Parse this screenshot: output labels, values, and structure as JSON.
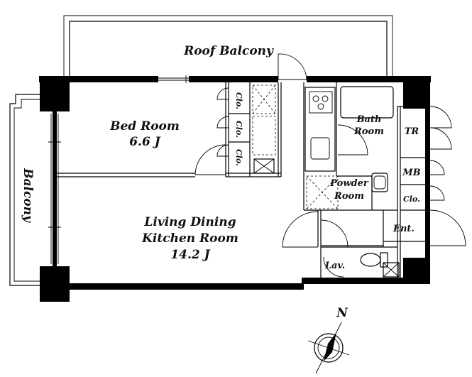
{
  "rooms": {
    "roof_balcony": "Roof Balcony",
    "balcony": "Balcony",
    "bed_room": "Bed Room",
    "bed_room_size": "6.6 J",
    "ldk_line1": "Living Dining",
    "ldk_line2": "Kitchen Room",
    "ldk_size": "14.2 J",
    "bath_line1": "Bath",
    "bath_line2": "Room",
    "tr": "TR",
    "mb": "MB",
    "powder_line1": "Powder",
    "powder_line2": "Room",
    "clo": "Clo.",
    "ent": "Ent.",
    "lav": "Lav."
  },
  "compass": {
    "north": "N"
  }
}
